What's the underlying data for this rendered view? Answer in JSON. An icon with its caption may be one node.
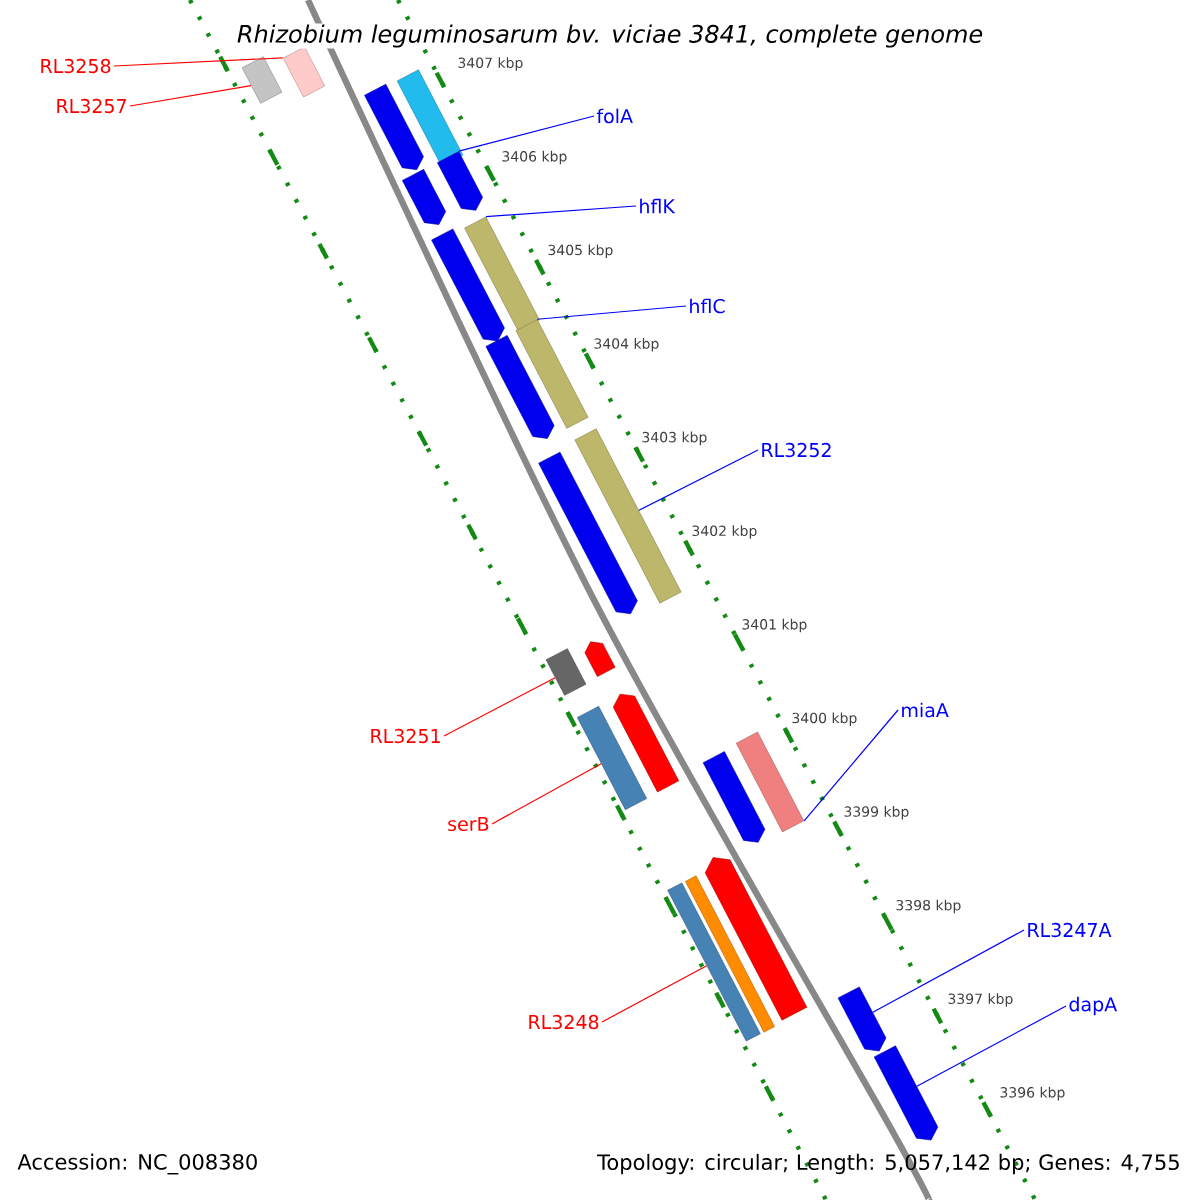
{
  "diagram": {
    "title": "Rhizobium leguminosarum bv. viciae 3841, complete genome",
    "nodes": [
      {
        "text": [
          "RL3258"
        ]
      },
      {
        "text": [
          "RL3257"
        ]
      },
      {
        "text": [
          "folA"
        ]
      },
      {
        "text": [
          "hflK"
        ]
      },
      {
        "text": [
          "hflC"
        ]
      },
      {
        "text": [
          "RL3252"
        ]
      },
      {
        "text": [
          "RL3251"
        ]
      },
      {
        "text": [
          "serB"
        ]
      },
      {
        "text": [
          "miaA"
        ]
      },
      {
        "text": [
          "RL3248"
        ]
      },
      {
        "text": [
          "RL3247A"
        ]
      },
      {
        "text": [
          "dapA"
        ]
      },
      {
        "text": [],
        "shape": "bar"
      },
      {
        "text": [],
        "shape": "bar"
      },
      {
        "text": [],
        "shape": "arrow"
      },
      {
        "text": [],
        "shape": "bar"
      },
      {
        "text": [],
        "shape": "arrow"
      },
      {
        "text": [],
        "shape": "arrow"
      },
      {
        "text": [],
        "shape": "bar"
      },
      {
        "text": [],
        "shape": "bar"
      },
      {
        "text": [],
        "shape": "arrow"
      },
      {
        "text": [],
        "shape": "arrow"
      },
      {
        "text": [],
        "shape": "bar"
      },
      {
        "text": [],
        "shape": "arrow"
      },
      {
        "text": [],
        "shape": "bar"
      },
      {
        "text": [],
        "shape": "arrow"
      },
      {
        "text": [],
        "shape": "bar"
      },
      {
        "text": [],
        "shape": "arrow"
      },
      {
        "text": [],
        "shape": "arrow"
      },
      {
        "text": [],
        "shape": "bar"
      },
      {
        "text": [],
        "shape": "bar"
      },
      {
        "text": [],
        "shape": "bar"
      },
      {
        "text": [],
        "shape": "arrow"
      },
      {
        "text": [],
        "shape": "arrow"
      },
      {
        "text": [],
        "shape": "arrow"
      }
    ],
    "edges": [
      {
        "from": 0,
        "to": 12,
        "arrow": "none",
        "color": "#ff0000"
      },
      {
        "from": 1,
        "to": 13,
        "arrow": "none",
        "color": "#ff0000"
      },
      {
        "from": 2,
        "to": 16,
        "arrow": "none",
        "color": "#0000ff"
      },
      {
        "from": 3,
        "to": 18,
        "arrow": "none",
        "color": "#0000ff"
      },
      {
        "from": 4,
        "to": 19,
        "arrow": "none",
        "color": "#0000ff"
      },
      {
        "from": 5,
        "to": 22,
        "arrow": "none",
        "color": "#0000ff"
      },
      {
        "from": 6,
        "to": 24,
        "arrow": "none",
        "color": "#ff0000"
      },
      {
        "from": 7,
        "to": 26,
        "arrow": "none",
        "color": "#ff0000"
      },
      {
        "from": 8,
        "to": 29,
        "arrow": "none",
        "color": "#0000ff"
      },
      {
        "from": 9,
        "to": 30,
        "arrow": "none",
        "color": "#ff0000"
      },
      {
        "from": 10,
        "to": 33,
        "arrow": "none",
        "color": "#0000ff"
      },
      {
        "from": 11,
        "to": 34,
        "arrow": "none",
        "color": "#0000ff"
      }
    ],
    "labels": [
      "3407 kbp",
      "3406 kbp",
      "3405 kbp",
      "3404 kbp",
      "3403 kbp",
      "3402 kbp",
      "3401 kbp",
      "3400 kbp",
      "3399 kbp",
      "3398 kbp",
      "3397 kbp",
      "3396 kbp",
      "Accession: NC_008380",
      "Topology: circular; Length: 5,057,142 bp; Genes: 4,755"
    ]
  }
}
